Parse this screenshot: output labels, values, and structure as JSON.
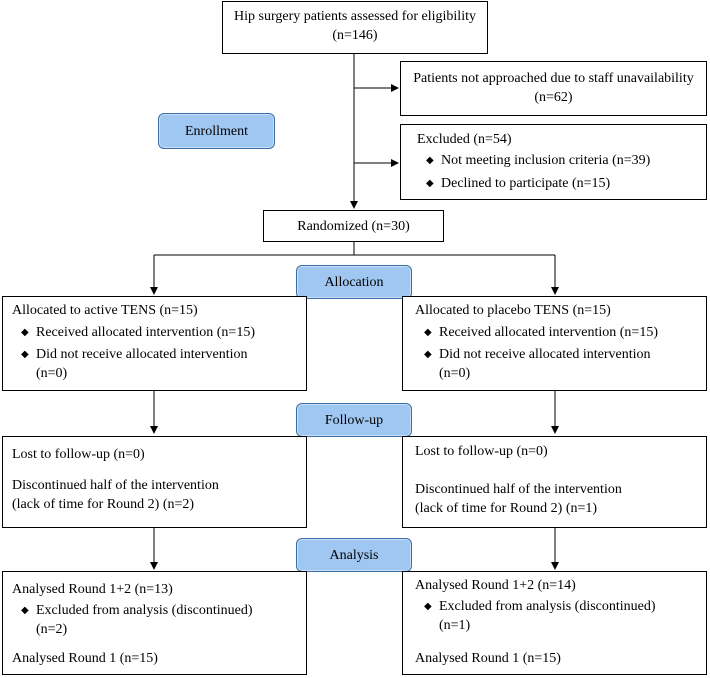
{
  "assessed": "Hip surgery patients assessed for eligibility (n=146)",
  "not_approached": "Patients not approached due to staff unavailability (n=62)",
  "excluded": {
    "title": "Excluded (n=54)",
    "items": [
      "Not meeting inclusion criteria (n=39)",
      "Declined to participate (n=15)"
    ]
  },
  "randomized": "Randomized (n=30)",
  "stages": {
    "enrollment": "Enrollment",
    "allocation": "Allocation",
    "followup": "Follow-up",
    "analysis": "Analysis"
  },
  "allocation": {
    "left": {
      "title": "Allocated to active TENS (n=15)",
      "received": "Received allocated intervention (n=15)",
      "not_received": "Did not receive allocated intervention",
      "not_received_n": "(n=0)"
    },
    "right": {
      "title": "Allocated to placebo TENS (n=15)",
      "received": "Received allocated intervention (n=15)",
      "not_received": "Did not receive allocated intervention",
      "not_received_n": "(n=0)"
    }
  },
  "followup": {
    "left": {
      "lost": "Lost to follow-up (n=0)",
      "disc1": "Discontinued half of the intervention",
      "disc2": "(lack of time for Round 2) (n=2)"
    },
    "right": {
      "lost": "Lost to follow-up (n=0)",
      "disc1": "Discontinued half of the intervention",
      "disc2": "(lack of time for Round 2) (n=1)"
    }
  },
  "analysis": {
    "left": {
      "round12": "Analysed Round 1+2 (n=13)",
      "excluded": "Excluded from analysis (discontinued)",
      "excluded_n": "(n=2)",
      "round1": "Analysed Round 1 (n=15)"
    },
    "right": {
      "round12": "Analysed Round 1+2 (n=14)",
      "excluded": "Excluded from analysis (discontinued)",
      "excluded_n": "(n=1)",
      "round1": "Analysed Round 1 (n=15)"
    }
  }
}
